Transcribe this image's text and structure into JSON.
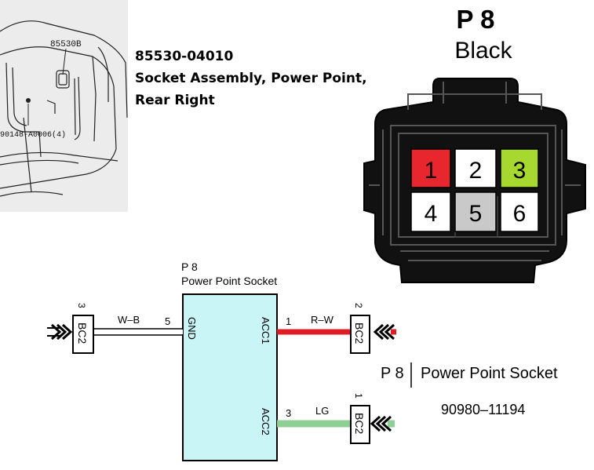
{
  "parts_illustration": {
    "callout_part": "85530B",
    "callout_bolt": "90148-A0006(4)"
  },
  "part_info": {
    "number": "85530-04010",
    "desc_line1": "Socket Assembly, Power Point,",
    "desc_line2": "Rear Right"
  },
  "connector": {
    "id": "P 8",
    "color": "Black",
    "pins": [
      {
        "label": "1",
        "fill": "#e8262d"
      },
      {
        "label": "2",
        "fill": "#ffffff"
      },
      {
        "label": "3",
        "fill": "#a6d82f"
      },
      {
        "label": "4",
        "fill": "#ffffff"
      },
      {
        "label": "5",
        "fill": "#c9c9c9"
      },
      {
        "label": "6",
        "fill": "#ffffff"
      }
    ]
  },
  "schematic": {
    "component_id": "P 8",
    "component_name": "Power Point Socket",
    "box_fill": "#c9f5f7",
    "terminals": {
      "gnd": {
        "label": "GND",
        "pin": "5"
      },
      "acc1": {
        "label": "ACC1",
        "pin": "1"
      },
      "acc2": {
        "label": "ACC2",
        "pin": "3"
      }
    },
    "wires": {
      "wb": {
        "label": "W–B",
        "color": "#ffffff"
      },
      "rw": {
        "label": "R–W",
        "color": "#dd1c24"
      },
      "lg": {
        "label": "LG",
        "color": "#8fcf93"
      }
    },
    "junctions": [
      {
        "label": "BC2",
        "pin": "3"
      },
      {
        "label": "BC2",
        "pin": "2"
      },
      {
        "label": "BC2",
        "pin": "1"
      }
    ]
  },
  "legend": {
    "connector_id": "P 8",
    "connector_name": "Power Point Socket",
    "part_number": "90980–11194"
  }
}
